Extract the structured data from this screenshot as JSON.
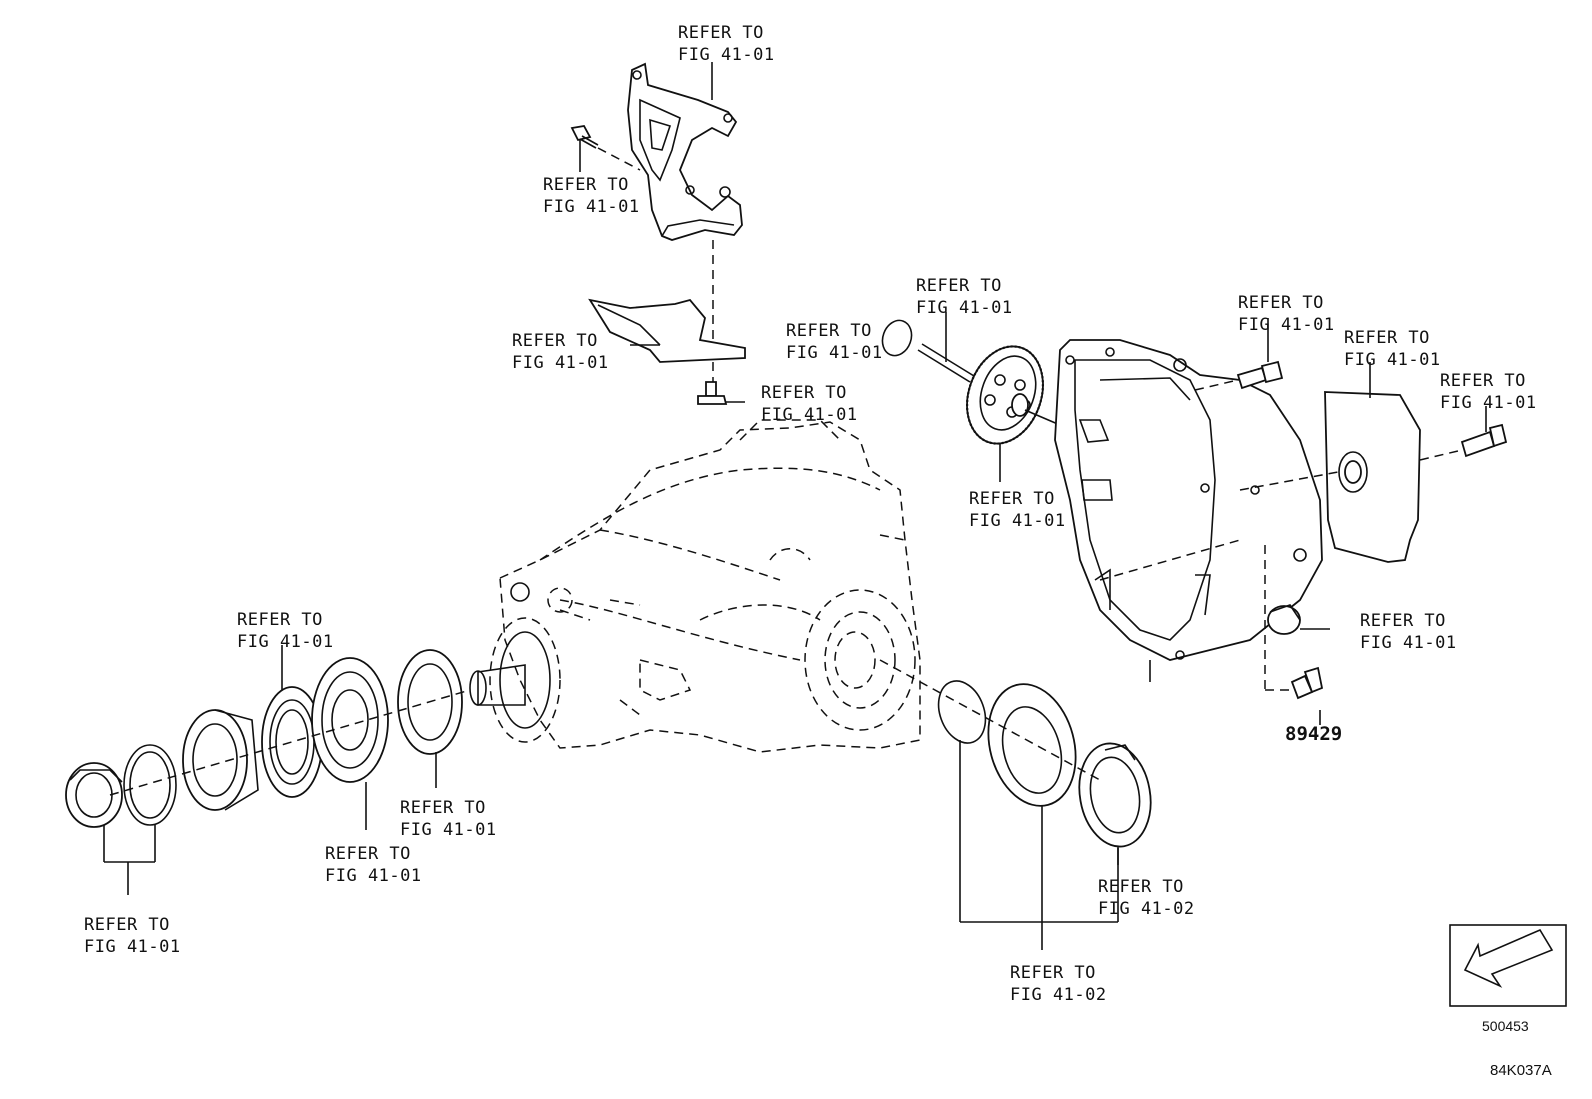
{
  "diagram": {
    "callouts": {
      "c1": [
        "REFER TO",
        "FIG 41-01"
      ],
      "c2": [
        "REFER TO",
        "FIG 41-01"
      ],
      "c3": [
        "REFER TO",
        "FIG 41-01"
      ],
      "c4": [
        "REFER TO",
        "FIG 41-01"
      ],
      "c5": [
        "REFER TO",
        "FIG 41-01"
      ],
      "c6": [
        "REFER TO",
        "FIG 41-01"
      ],
      "c7": [
        "REFER TO",
        "FIG 41-01"
      ],
      "c8": [
        "REFER TO",
        "FIG 41-01"
      ],
      "c9": [
        "REFER TO",
        "FIG 41-01"
      ],
      "c10": [
        "REFER TO",
        "FIG 41-01"
      ],
      "c11": [
        "REFER TO",
        "FIG 41-01"
      ],
      "c12": [
        "REFER TO",
        "FIG 41-01"
      ],
      "c13": [
        "REFER TO",
        "FIG 41-01"
      ],
      "c14": [
        "REFER TO",
        "FIG 41-01"
      ],
      "c15": [
        "REFER TO",
        "FIG 41-01"
      ],
      "c16": [
        "REFER TO",
        "FIG 41-02"
      ],
      "c17": [
        "REFER TO",
        "FIG 41-02"
      ]
    },
    "part_number": "89429",
    "reference_code": "500453",
    "figure_code": "84K037A"
  }
}
